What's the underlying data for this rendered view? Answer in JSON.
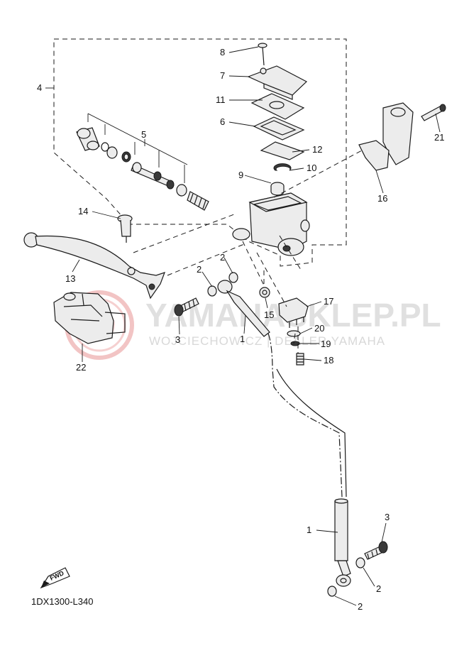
{
  "watermark": {
    "main": "YAMAHASKLEP.PL",
    "sub": "WOJCIECHOWICZ | DEALER YAMAHA",
    "seal_color": "#f2b8b8"
  },
  "diagram_code": "1DX1300-L340",
  "fwd_badge": "FWD",
  "callouts": [
    {
      "id": "c8",
      "text": "8"
    },
    {
      "id": "c7",
      "text": "7"
    },
    {
      "id": "c4",
      "text": "4"
    },
    {
      "id": "c11",
      "text": "11"
    },
    {
      "id": "c6",
      "text": "6"
    },
    {
      "id": "c5",
      "text": "5"
    },
    {
      "id": "c12",
      "text": "12"
    },
    {
      "id": "c10",
      "text": "10"
    },
    {
      "id": "c9",
      "text": "9"
    },
    {
      "id": "c21",
      "text": "21"
    },
    {
      "id": "c16",
      "text": "16"
    },
    {
      "id": "c14",
      "text": "14"
    },
    {
      "id": "c13",
      "text": "13"
    },
    {
      "id": "c2a",
      "text": "2"
    },
    {
      "id": "c2b",
      "text": "2"
    },
    {
      "id": "c3a",
      "text": "3"
    },
    {
      "id": "c1a",
      "text": "1"
    },
    {
      "id": "c15",
      "text": "15"
    },
    {
      "id": "c17",
      "text": "17"
    },
    {
      "id": "c20",
      "text": "20"
    },
    {
      "id": "c19",
      "text": "19"
    },
    {
      "id": "c18",
      "text": "18"
    },
    {
      "id": "c22",
      "text": "22"
    },
    {
      "id": "c1b",
      "text": "1"
    },
    {
      "id": "c3b",
      "text": "3"
    },
    {
      "id": "c2c",
      "text": "2"
    },
    {
      "id": "c2d",
      "text": "2"
    }
  ]
}
